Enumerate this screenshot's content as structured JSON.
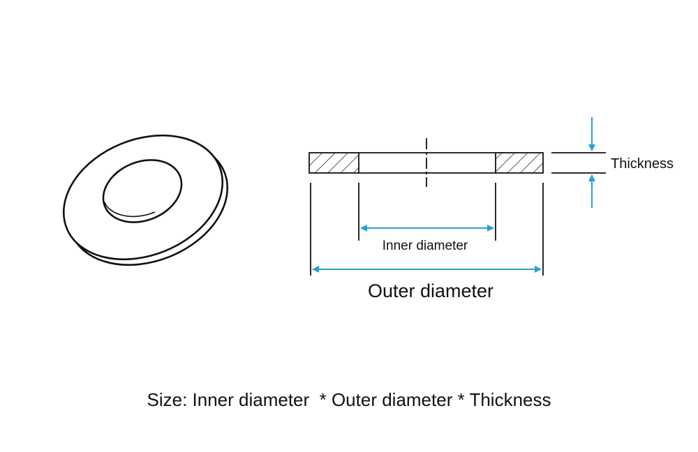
{
  "labels": {
    "thickness": "Thickness",
    "inner_diameter": "Inner diameter",
    "outer_diameter": "Outer diameter"
  },
  "caption": "Size: Inner diameter  * Outer diameter * Thickness",
  "colors": {
    "line": "#111111",
    "dimension": "#2a9fd6",
    "background": "#ffffff"
  }
}
